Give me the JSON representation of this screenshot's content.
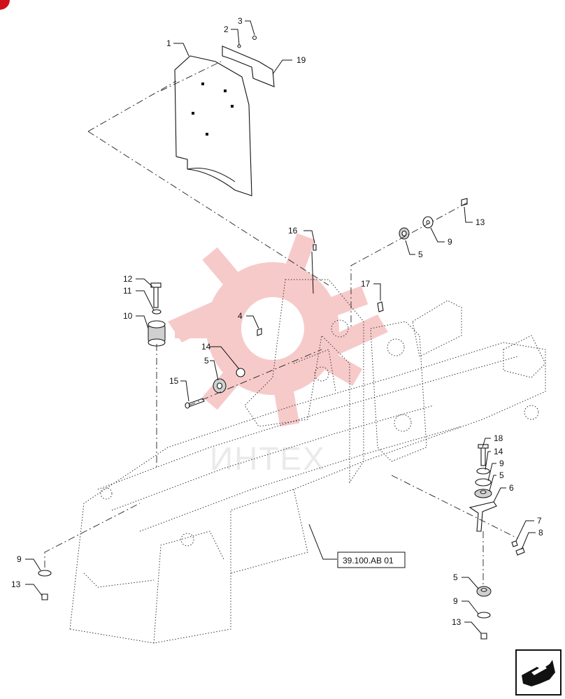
{
  "callouts": {
    "c1": "1",
    "c2": "2",
    "c3": "3",
    "c19": "19",
    "c13a": "13",
    "c9a": "9",
    "c5a": "5",
    "c16": "16",
    "c17": "17",
    "c12": "12",
    "c11": "11",
    "c10": "10",
    "c4": "4",
    "c14a": "14",
    "c5b": "5",
    "c15": "15",
    "c18": "18",
    "c14b": "14",
    "c9b": "9",
    "c5c": "5",
    "c6": "6",
    "c7": "7",
    "c8": "8",
    "c9c": "9",
    "c13b": "13",
    "c5d": "5",
    "c9d": "9",
    "c13c": "13"
  },
  "reference_box": "39.100.AB 01",
  "watermark": "ИНТЕХ",
  "colors": {
    "line": "#111111",
    "watermark": "#f2a0a0",
    "corner_mark": "#d0101a"
  },
  "icons": [
    "next-page-arrow-icon",
    "corner-marker-icon"
  ]
}
